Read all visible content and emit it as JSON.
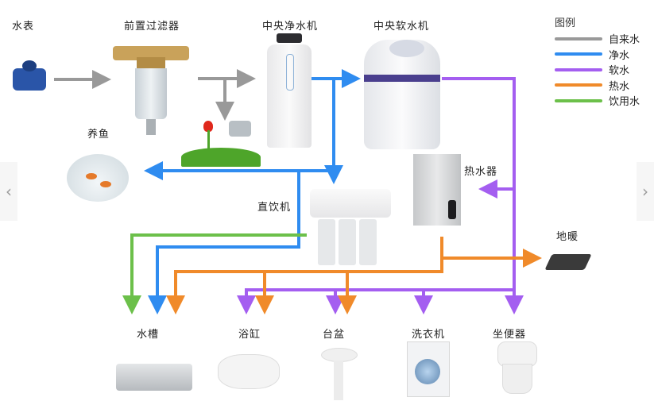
{
  "legend": {
    "title": "图例",
    "items": [
      {
        "name": "自来水",
        "color": "#999999"
      },
      {
        "name": "净水",
        "color": "#2f8cf0"
      },
      {
        "name": "软水",
        "color": "#a45ef0"
      },
      {
        "name": "热水",
        "color": "#f08a2a"
      },
      {
        "name": "饮用水",
        "color": "#6cc04a"
      }
    ]
  },
  "devices": {
    "meter": "水表",
    "prefilter": "前置过滤器",
    "purifier": "中央净水机",
    "softener": "中央软水机",
    "fish": "养鱼",
    "drinker": "直饮机",
    "heater": "热水器",
    "floor_heating": "地暖"
  },
  "outlets": {
    "sink": "水槽",
    "bathtub": "浴缸",
    "basin": "台盆",
    "washer": "洗衣机",
    "toilet": "坐便器"
  },
  "nav": {
    "prev": "‹",
    "next": "›"
  }
}
